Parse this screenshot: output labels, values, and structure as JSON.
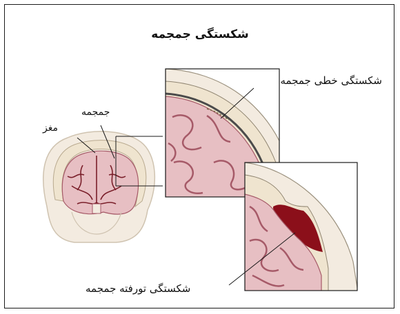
{
  "title": "شکستگی جمجمه",
  "labels": {
    "linear_fracture": "شکستگی خطی جمجمه",
    "skull": "جمجمه",
    "brain": "مغز",
    "depressed_fracture": "شکستگی تورفته جمجمه"
  },
  "colors": {
    "brain": "#e7bfc3",
    "brain_fold": "#a65a68",
    "vessel": "#7a1f2a",
    "skull": "#efe4cf",
    "scalp": "#f3ebe0",
    "blood": "#8b0f1a",
    "outline": "#1a1a1a"
  }
}
